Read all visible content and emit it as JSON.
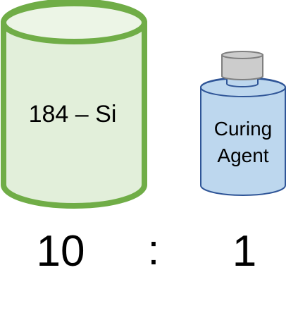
{
  "left_container": {
    "label": "184 – Si",
    "fill_color": "#e2efda",
    "top_fill_color": "#ecf5e6",
    "stroke_color": "#70ad47"
  },
  "right_container": {
    "label_line1": "Curing",
    "label_line2": "Agent",
    "fill_color": "#bdd7ee",
    "stroke_color": "#2f5597",
    "cap_fill_color": "#cccccc",
    "cap_stroke_color": "#7f7f7f"
  },
  "ratio": {
    "left_value": "10",
    "separator": ":",
    "right_value": "1"
  }
}
